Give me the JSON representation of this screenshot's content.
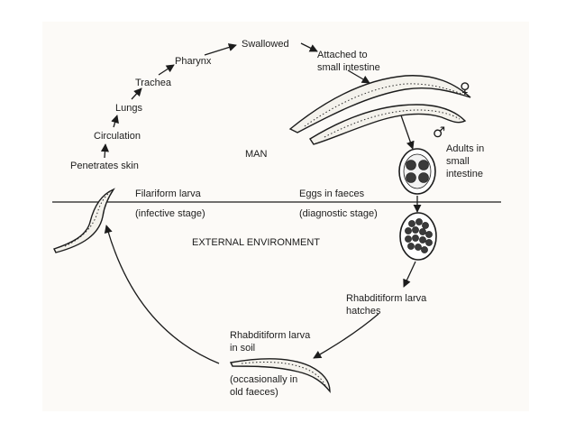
{
  "labels": {
    "swallowed": "Swallowed",
    "attached_1": "Attached to",
    "attached_2": "small intestine",
    "pharynx": "Pharynx",
    "trachea": "Trachea",
    "lungs": "Lungs",
    "circulation": "Circulation",
    "penetrates_skin": "Penetrates skin",
    "man": "MAN",
    "female_symbol": "♀",
    "male_symbol": "♂",
    "adults_1": "Adults in",
    "adults_2": "small",
    "adults_3": "intestine",
    "filariform": "Filariform larva",
    "infective": "(infective stage)",
    "eggs": "Eggs in faeces",
    "diagnostic": "(diagnostic stage)",
    "external": "EXTERNAL ENVIRONMENT",
    "rhab_hatch_1": "Rhabditiform larva",
    "rhab_hatch_2": "hatches",
    "rhab_soil_1": "Rhabditiform larva",
    "rhab_soil_2": "in soil",
    "occasional_1": "(occasionally in",
    "occasional_2": "old faeces)"
  }
}
